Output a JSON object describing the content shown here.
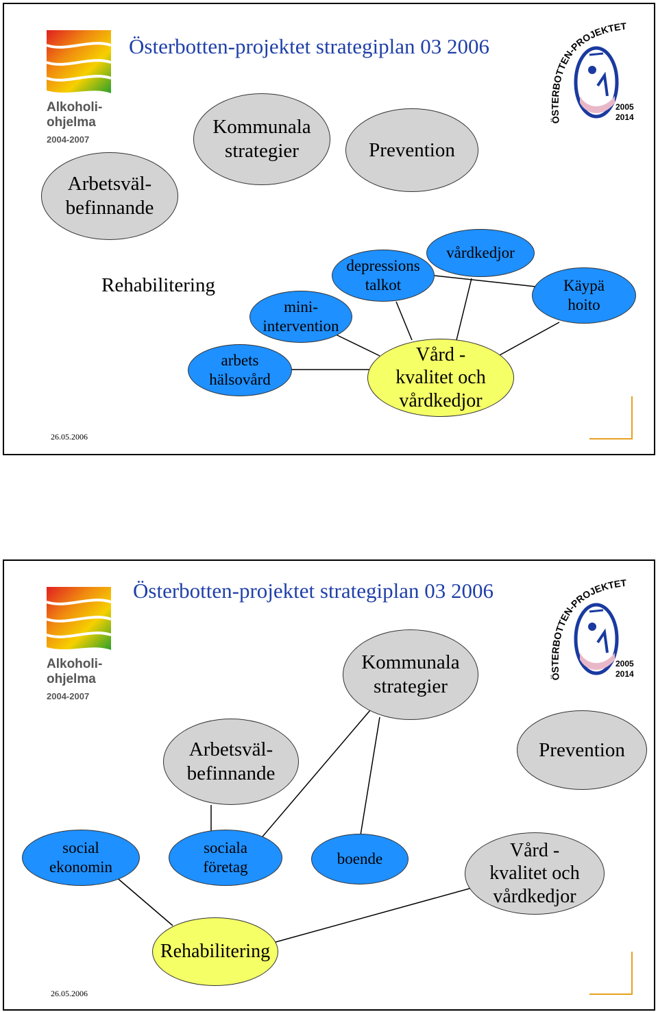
{
  "slide1": {
    "title": "Österbotten-projektet strategiplan 03 2006",
    "date": "26.05.2006",
    "logo_left": {
      "line1": "Alkoholi-",
      "line2": "ohjelma",
      "years": "2004-2007"
    },
    "logo_right": {
      "arc": "ÖSTERBOTTEN-PROJEKTET",
      "year1": "2005",
      "year2": "2014"
    },
    "nodes": {
      "kommunala": "Kommunala\nstrategier",
      "prevention": "Prevention",
      "arbetsval": "Arbetsväl-\nbefinnande",
      "rehabilitering": "Rehabilitering",
      "depressions": "depressions\ntalkot",
      "vardkedjor": "vårdkedjor",
      "kaypa": "Käypä\nhoito",
      "mini": "mini-\nintervention",
      "arbets": "arbets\nhälsovård",
      "vard": "Vård -\nkvalitet och\nvårdkedjor"
    },
    "colors": {
      "grey": "#d3d3d3",
      "blue": "#1e90ff",
      "yellow": "#f5ff66",
      "title": "#1f3fa8"
    }
  },
  "slide2": {
    "title": "Österbotten-projektet strategiplan 03 2006",
    "date": "26.05.2006",
    "logo_left": {
      "line1": "Alkoholi-",
      "line2": "ohjelma",
      "years": "2004-2007"
    },
    "logo_right": {
      "arc": "ÖSTERBOTTEN-PROJEKTET",
      "year1": "2005",
      "year2": "2014"
    },
    "nodes": {
      "kommunala": "Kommunala\nstrategier",
      "arbetsval": "Arbetsväl-\nbefinnande",
      "prevention": "Prevention",
      "social": "social\nekonomin",
      "sociala": "sociala\nföretag",
      "boende": "boende",
      "vard": "Vård -\nkvalitet och\nvårdkedjor",
      "rehabilitering": "Rehabilitering"
    }
  }
}
